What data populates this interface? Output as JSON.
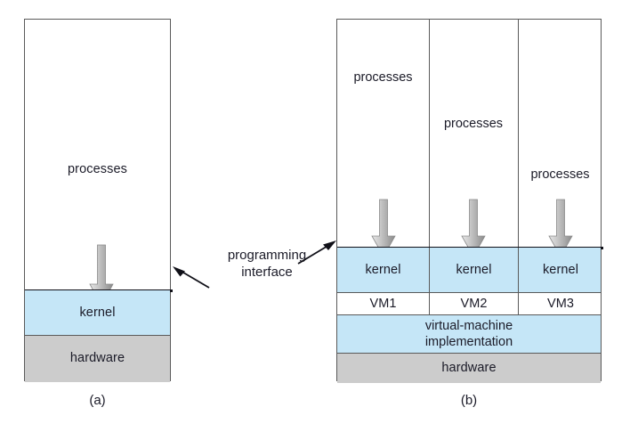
{
  "figure": {
    "type": "diagram",
    "subject": "system models: non-virtual machine versus virtual machine",
    "colors": {
      "kernel_blue": "#c5e6f7",
      "hardware_gray": "#cccccc",
      "outline_gray": "#5a5a5a",
      "interface_line": "#101018",
      "arrow_gray_light": "#dcdcdc",
      "arrow_gray_dark": "#8c8c8c",
      "text": "#1b1b28"
    }
  },
  "panel_a": {
    "caption": "(a)",
    "processes_label": "processes",
    "kernel_label": "kernel",
    "hardware_label": "hardware",
    "arrow": "down-arrow-icon"
  },
  "panel_b": {
    "caption": "(b)",
    "columns": [
      {
        "processes_label": "processes",
        "kernel_label": "kernel",
        "vm_label": "VM1",
        "arrow": "down-arrow-icon"
      },
      {
        "processes_label": "processes",
        "kernel_label": "kernel",
        "vm_label": "VM2",
        "arrow": "down-arrow-icon"
      },
      {
        "processes_label": "processes",
        "kernel_label": "kernel",
        "vm_label": "VM3",
        "arrow": "down-arrow-icon"
      }
    ],
    "vm_implementation_line1": "virtual-machine",
    "vm_implementation_line2": "implementation",
    "hardware_label": "hardware"
  },
  "annotation": {
    "line1": "programming",
    "line2": "interface",
    "left_arrow": "arrow-left-icon",
    "right_arrow": "arrow-right-icon"
  }
}
